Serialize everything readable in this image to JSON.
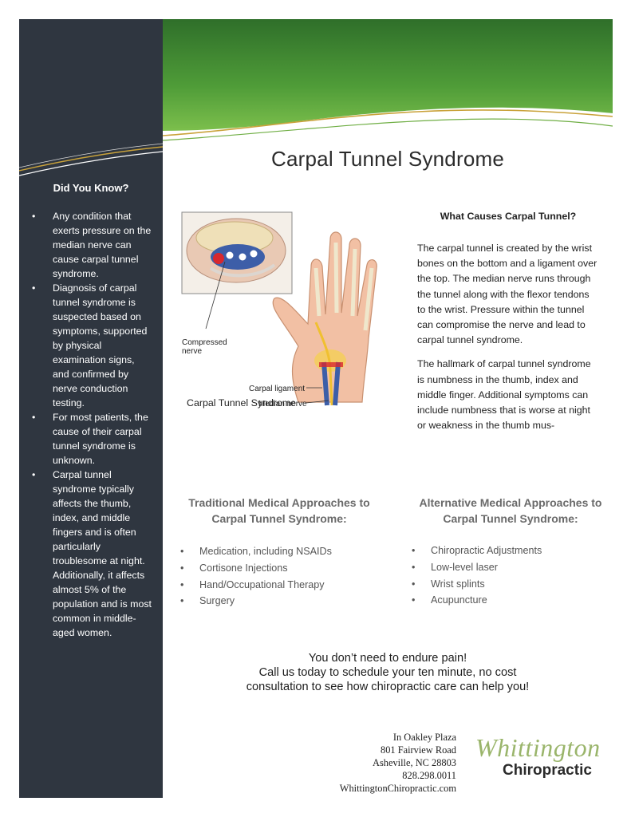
{
  "title": "Carpal Tunnel Syndrome",
  "sidebar": {
    "heading": "Did You Know?",
    "facts": [
      "Any condition that exerts pressure on the median nerve can cause carpal tunnel syndrome.",
      "Diagnosis of carpal tunnel syndrome is suspected based on symptoms, supported by physical examination signs, and confirmed by nerve conduction testing.",
      "For most patients, the cause of their carpal tunnel syndrome is unknown.",
      "Carpal tunnel syndrome typically affects the thumb, index, and middle fingers and is often particularly troublesome at night. Additionally, it affects almost 5% of the population and is most common in middle-aged women."
    ]
  },
  "diagram": {
    "labels": {
      "compressed_nerve_1": "Compressed",
      "compressed_nerve_2": "nerve",
      "carpal_ligament": "Carpal ligament",
      "median_nerve": "Median nerve"
    },
    "caption": "Carpal Tunnel Syndrome"
  },
  "causes": {
    "heading": "What Causes Carpal Tunnel?",
    "paragraphs": [
      "The carpal tunnel is created by the wrist bones on the bottom and a ligament over the top. The median nerve runs through the tunnel along with the flexor tendons to the wrist. Pressure within the tunnel can compromise the nerve and lead to carpal tunnel syndrome.",
      "The hallmark of carpal tunnel syndrome is numbness in the thumb, index and middle finger. Additional symptoms can include numbness that is worse at night or weakness in the thumb mus-"
    ]
  },
  "traditional": {
    "heading_line1": "Traditional Medical Approaches to",
    "heading_line2": "Carpal Tunnel Syndrome:",
    "items": [
      "Medication, including NSAIDs",
      "Cortisone Injections",
      "Hand/Occupational Therapy",
      "Surgery"
    ]
  },
  "alternative": {
    "heading_line1": "Alternative Medical Approaches to",
    "heading_line2": "Carpal Tunnel Syndrome:",
    "items": [
      "Chiropractic Adjustments",
      "Low-level laser",
      "Wrist splints",
      "Acupuncture"
    ]
  },
  "cta": {
    "line1": "You don’t need to endure pain!",
    "line2": "Call us today to schedule your ten minute, no cost",
    "line3": "consultation to see how chiropractic care can help you!"
  },
  "address": {
    "line1": "In Oakley Plaza",
    "line2": "801 Fairview Road",
    "line3": "Asheville, NC 28803",
    "phone": "828.298.0011",
    "website": "WhittingtonChiropractic.com"
  },
  "logo": {
    "script": "Whittington",
    "sub": "Chiropractic"
  },
  "colors": {
    "sidebar": "#2f3640",
    "header_green": "#4e9a3a",
    "logo_green": "#9ab56b"
  }
}
